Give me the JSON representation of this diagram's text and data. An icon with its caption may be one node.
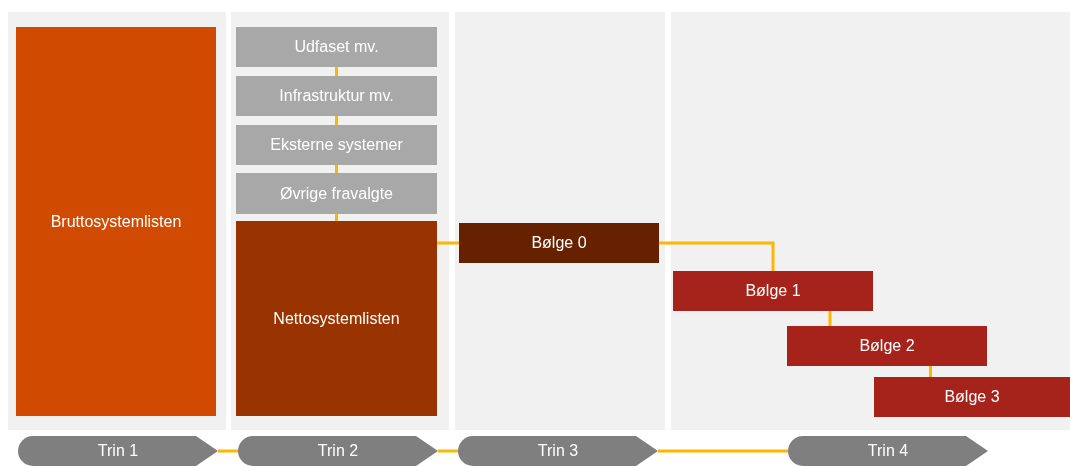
{
  "diagram": {
    "nodes": [
      {
        "text": [
          "Bruttosystemlisten"
        ]
      },
      {
        "text": [
          "Udfaset mv."
        ]
      },
      {
        "text": [
          "Infrastruktur mv."
        ]
      },
      {
        "text": [
          "Eksterne systemer"
        ]
      },
      {
        "text": [
          "Øvrige fravalgte"
        ]
      },
      {
        "text": [
          "Nettosystemlisten"
        ]
      },
      {
        "text": [
          "Bølge 0"
        ]
      },
      {
        "text": [
          "Bølge 1"
        ]
      },
      {
        "text": [
          "Bølge 2"
        ]
      },
      {
        "text": [
          "Bølge 3"
        ]
      },
      {
        "text": [
          "Trin 1"
        ]
      },
      {
        "text": [
          "Trin 2"
        ]
      },
      {
        "text": [
          "Trin 3"
        ]
      },
      {
        "text": [
          "Trin 4"
        ]
      }
    ],
    "edges": [
      {
        "from": 1,
        "to": 2,
        "arrow": "none"
      },
      {
        "from": 2,
        "to": 3,
        "arrow": "none"
      },
      {
        "from": 3,
        "to": 4,
        "arrow": "none"
      },
      {
        "from": 4,
        "to": 5,
        "arrow": "none"
      },
      {
        "from": 5,
        "to": 6,
        "arrow": "none"
      },
      {
        "from": 6,
        "to": 7,
        "arrow": "none"
      },
      {
        "from": 7,
        "to": 8,
        "arrow": "none"
      },
      {
        "from": 8,
        "to": 9,
        "arrow": "none"
      },
      {
        "from": 10,
        "to": 11,
        "arrow": "none"
      },
      {
        "from": 11,
        "to": 12,
        "arrow": "none"
      },
      {
        "from": 12,
        "to": 13,
        "arrow": "none"
      }
    ]
  }
}
